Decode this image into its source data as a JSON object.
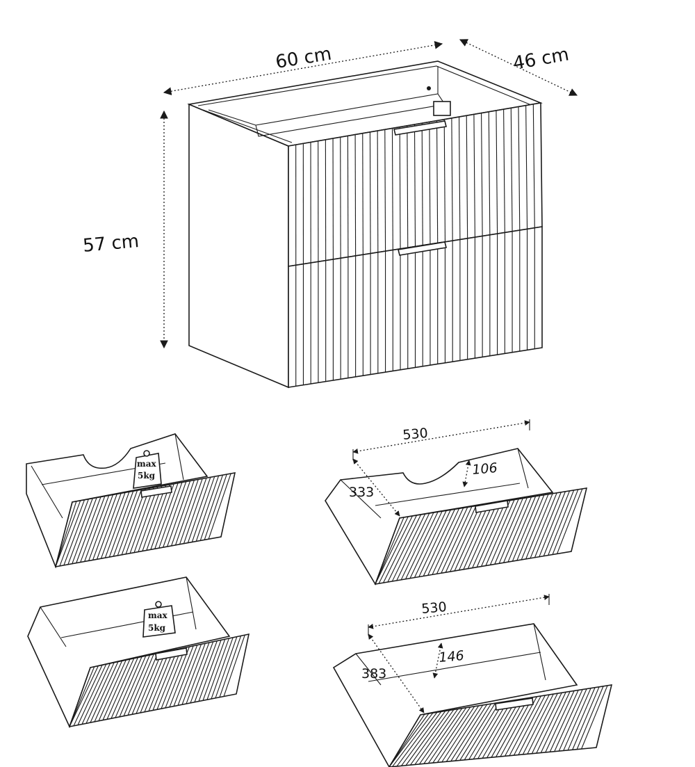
{
  "cabinet": {
    "width_label": "60 cm",
    "depth_label": "46 cm",
    "height_label": "57 cm"
  },
  "drawers": {
    "top_weight": {
      "line1": "max",
      "line2": "5kg"
    },
    "bottom_weight": {
      "line1": "max",
      "line2": "5kg"
    },
    "top_dims": {
      "width": "530",
      "depth": "333",
      "height": "106"
    },
    "bottom_dims": {
      "width": "530",
      "depth": "383",
      "height": "146"
    }
  },
  "colors": {
    "line": "#1a1a1a",
    "background": "#ffffff"
  }
}
